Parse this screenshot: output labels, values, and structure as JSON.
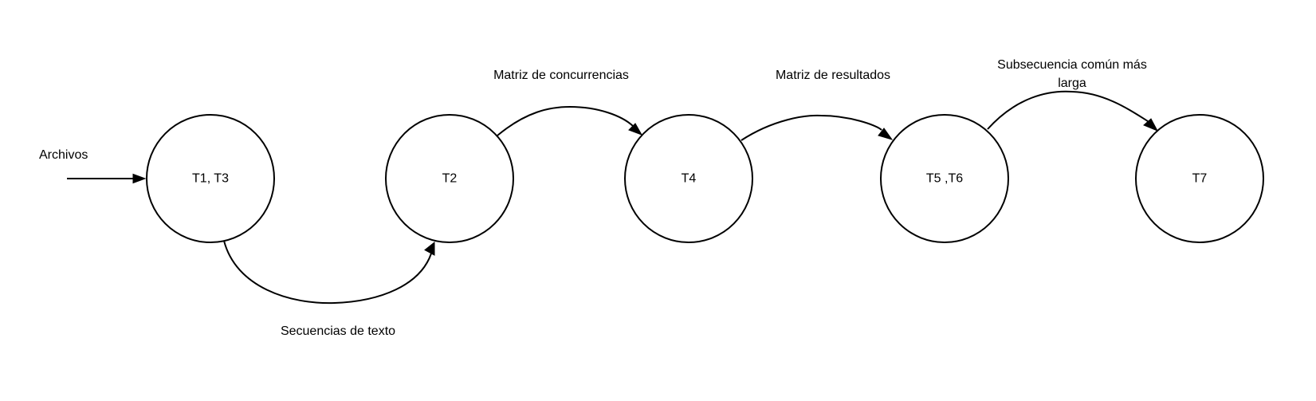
{
  "colors": {
    "background": "#ffffff",
    "stroke": "#000000",
    "text": "#000000"
  },
  "diagram": {
    "nodes": [
      {
        "id": "n1",
        "label": "T1, T3"
      },
      {
        "id": "n2",
        "label": "T2"
      },
      {
        "id": "n3",
        "label": "T4"
      },
      {
        "id": "n4",
        "label": "T5 ,T6"
      },
      {
        "id": "n5",
        "label": "T7"
      }
    ],
    "edges": [
      {
        "id": "e0",
        "from": "",
        "to": "n1",
        "label": "Archivos"
      },
      {
        "id": "e1",
        "from": "n1",
        "to": "n2",
        "label": "Secuencias de texto"
      },
      {
        "id": "e2",
        "from": "n2",
        "to": "n3",
        "label": "Matriz de concurrencias"
      },
      {
        "id": "e3",
        "from": "n3",
        "to": "n4",
        "label": "Matriz de resultados"
      },
      {
        "id": "e4",
        "from": "n4",
        "to": "n5",
        "label_lines": [
          "Subsecuencia común más",
          "larga"
        ]
      }
    ]
  }
}
